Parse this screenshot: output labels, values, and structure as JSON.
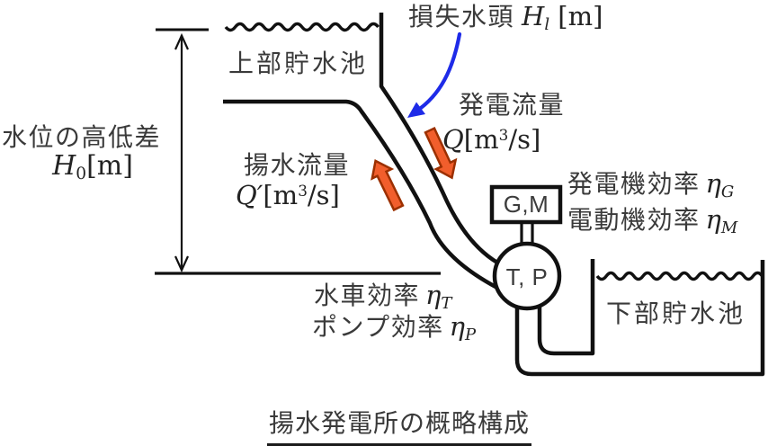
{
  "colors": {
    "line": "#111111",
    "text": "#3a3a3a",
    "math_text": "#232323",
    "head_loss_arrow_blue": "#1e2be8",
    "flow_arrow_fill": "#f15e2c",
    "flow_arrow_outline": "#9c3000"
  },
  "labels": {
    "head_loss": {
      "text": "損失水頭",
      "var": "H",
      "sub": "l",
      "unit": "[m]"
    },
    "upper_reservoir": "上部貯水池",
    "head_diff": {
      "text": "水位の高低差",
      "var": "H",
      "sub": "0",
      "unit": "[m]"
    },
    "pumping_flow": {
      "text": "揚水流量",
      "var": "Q′",
      "unit_open": "[m",
      "sup": "3",
      "unit_close": "/s]"
    },
    "generation_flow": {
      "text": "発電流量",
      "var": "Q",
      "unit_open": "[m",
      "sup": "3",
      "unit_close": "/s]"
    },
    "generator_efficiency": {
      "text": "発電機効率",
      "sym": "η",
      "sub": "G"
    },
    "motor_efficiency": {
      "text": "電動機効率",
      "sym": "η",
      "sub": "M"
    },
    "turbine_efficiency": {
      "text": "水車効率",
      "sym": "η",
      "sub": "T"
    },
    "pump_efficiency": {
      "text": "ポンプ効率",
      "sym": "η",
      "sub": "P"
    },
    "generator_motor": "G,M",
    "turbine_pump": "T, P",
    "lower_reservoir": "下部貯水池",
    "caption": "揚水発電所の概略構成"
  }
}
